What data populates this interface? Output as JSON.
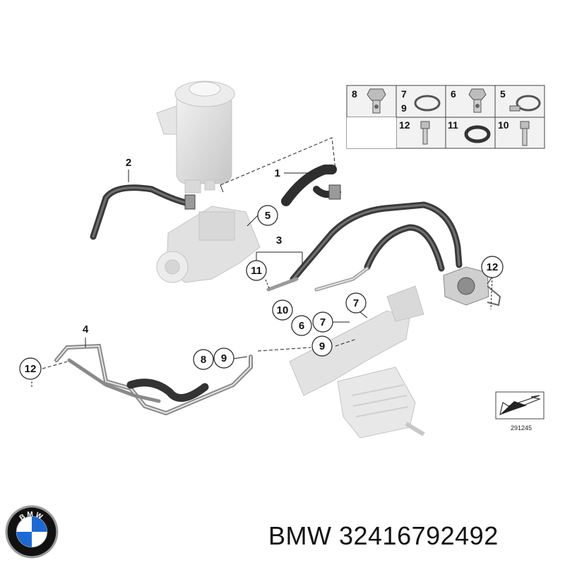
{
  "diagram": {
    "callouts": [
      "1",
      "2",
      "3",
      "4",
      "5",
      "6",
      "7",
      "7",
      "8",
      "9",
      "9",
      "10",
      "11",
      "12",
      "12"
    ],
    "legend": {
      "cells": [
        {
          "num_a": "8",
          "num_b": "",
          "icon": "banjo-bolt-icon"
        },
        {
          "num_a": "7",
          "num_b": "9",
          "icon": "sealing-ring-icon"
        },
        {
          "num_a": "6",
          "num_b": "",
          "icon": "banjo-bolt-icon"
        },
        {
          "num_a": "5",
          "num_b": "",
          "icon": "hose-clamp-icon"
        },
        {
          "num_a": "12",
          "num_b": "",
          "icon": "bolt-icon"
        },
        {
          "num_a": "11",
          "num_b": "",
          "icon": "o-ring-icon"
        },
        {
          "num_a": "10",
          "num_b": "",
          "icon": "bolt-icon"
        }
      ]
    },
    "ref_number": "291245"
  },
  "brand": {
    "text": "BMW 32416792492",
    "logo_letters": "BMW",
    "colors": {
      "blue": "#1c69d4",
      "black": "#111111",
      "silver": "#9a9a9a"
    }
  }
}
